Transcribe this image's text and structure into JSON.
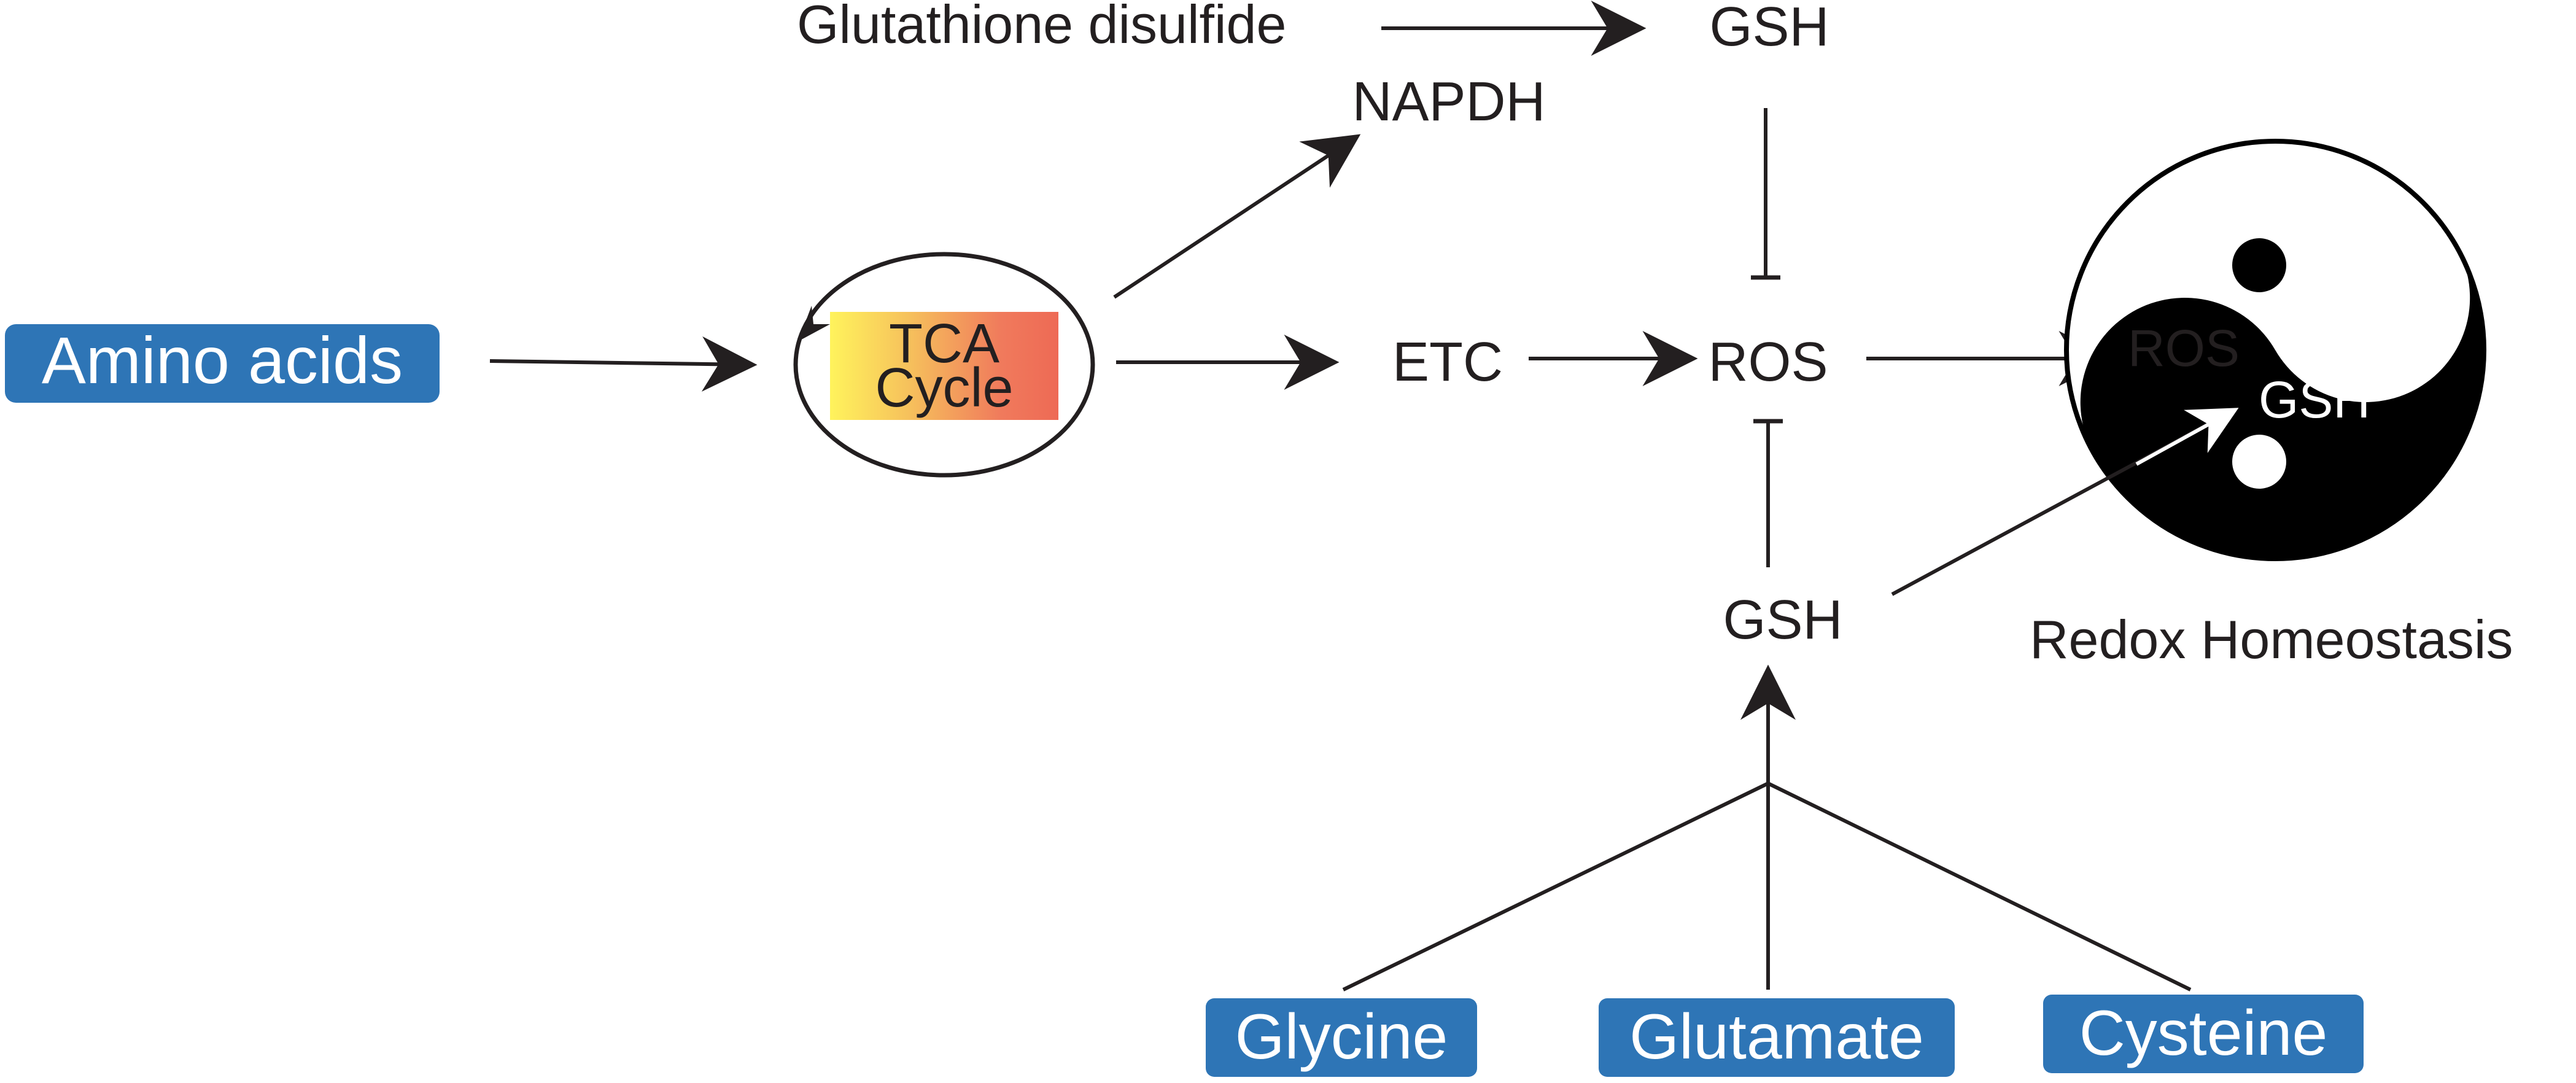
{
  "colors": {
    "ink": "#231f20",
    "highlight_box": "#2e75b6",
    "highlight_text": "#ffffff",
    "tca_gradient": [
      "#fff35c",
      "#f6c05c",
      "#f07a5c",
      "#ee6a55"
    ],
    "yin": "#000000",
    "yang": "#ffffff"
  },
  "nodes": {
    "amino_acids": "Amino acids",
    "tca_line1": "TCA",
    "tca_line2": "Cycle",
    "etc": "ETC",
    "ros": "ROS",
    "napdh": "NAPDH",
    "glutathione_disulfide": "Glutathione disulfide",
    "gsh_top": "GSH",
    "gsh_bottom": "GSH",
    "glycine": "Glycine",
    "glutamate": "Glutamate",
    "cysteine": "Cysteine"
  },
  "redox": {
    "ros": "ROS",
    "gsh": "GSH",
    "caption": "Redox Homeostasis"
  },
  "icons": {
    "yin_yang": "yin-yang-icon",
    "tca_cycle_arrow": "cycle-arrow-icon"
  }
}
